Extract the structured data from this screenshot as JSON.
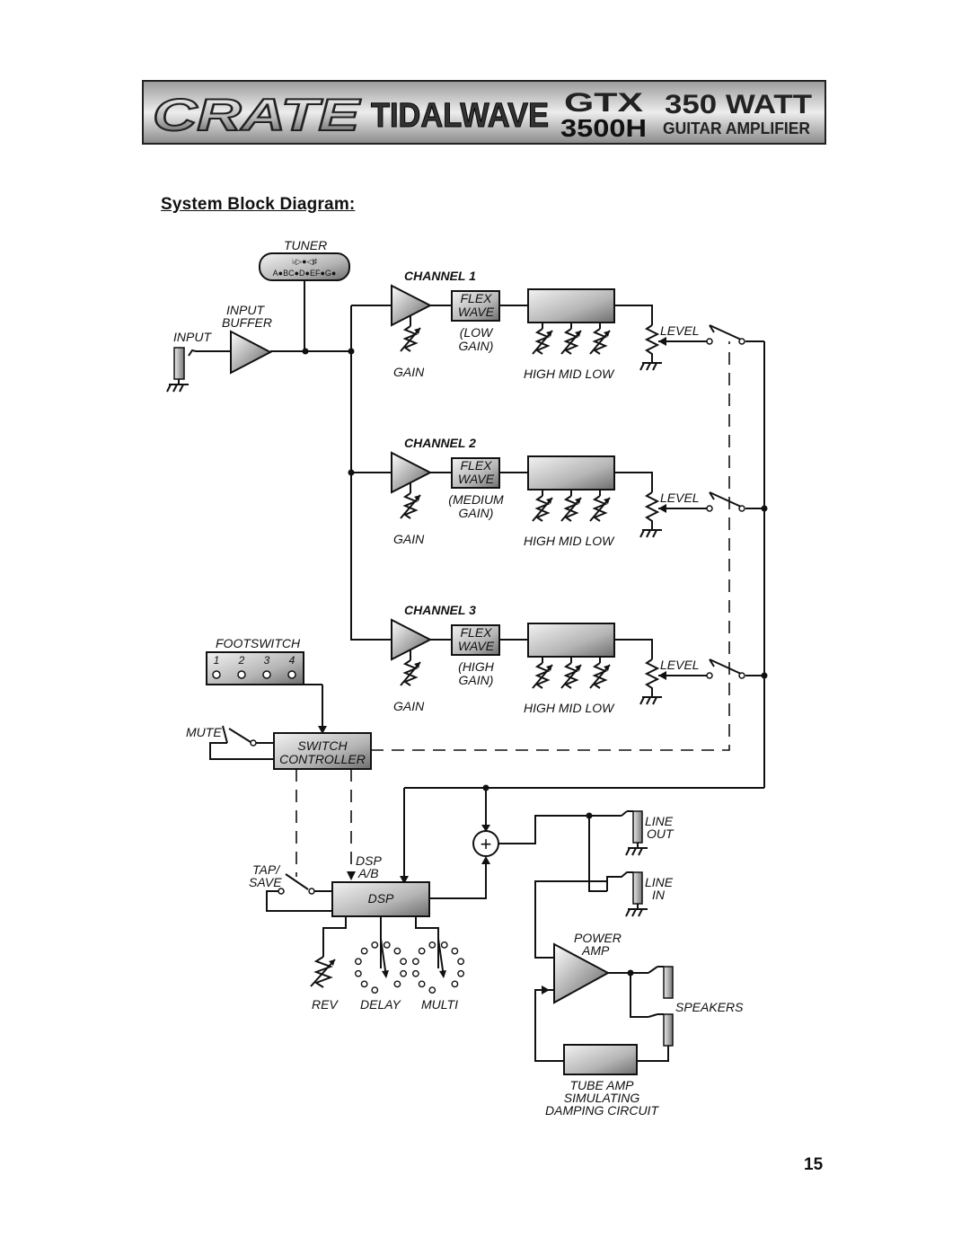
{
  "header": {
    "brand": "CRATE",
    "series": "TIDALWAVE",
    "model_top": "GTX",
    "model_bottom": "3500H",
    "wattage": "350 WATT",
    "product_type": "GUITAR AMPLIFIER"
  },
  "page_title": "System Block Diagram:",
  "page_number": "15",
  "diagram": {
    "tuner": {
      "label": "TUNER",
      "symbols": "♭▷●◁♯",
      "notes": "A●BC●D●EF●G●"
    },
    "input": {
      "label": "INPUT"
    },
    "input_buffer": {
      "line1": "INPUT",
      "line2": "BUFFER"
    },
    "channels": [
      {
        "title": "CHANNEL 1",
        "flex1": "FLEX",
        "flex2": "WAVE",
        "gain1": "(LOW",
        "gain2": "GAIN)"
      },
      {
        "title": "CHANNEL 2",
        "flex1": "FLEX",
        "flex2": "WAVE",
        "gain1": "(MEDIUM",
        "gain2": "GAIN)"
      },
      {
        "title": "CHANNEL 3",
        "flex1": "FLEX",
        "flex2": "WAVE",
        "gain1": "(HIGH",
        "gain2": "GAIN)"
      }
    ],
    "gain_label": "GAIN",
    "eq_label": "HIGH  MID  LOW",
    "level_label": "LEVEL",
    "footswitch": {
      "label": "FOOTSWITCH",
      "numbers": [
        "1",
        "2",
        "3",
        "4"
      ]
    },
    "mute_label": "MUTE",
    "switch_controller": {
      "line1": "SWITCH",
      "line2": "CONTROLLER"
    },
    "tap_save": {
      "line1": "TAP/",
      "line2": "SAVE"
    },
    "dsp_ab": {
      "line1": "DSP",
      "line2": "A/B"
    },
    "dsp_label": "DSP",
    "effects": [
      "REV",
      "DELAY",
      "MULTI"
    ],
    "line_out": {
      "line1": "LINE",
      "line2": "OUT"
    },
    "line_in": {
      "line1": "LINE",
      "line2": "IN"
    },
    "power_amp": {
      "line1": "POWER",
      "line2": "AMP"
    },
    "speakers_label": "SPEAKERS",
    "tube_amp": {
      "line1": "TUBE AMP",
      "line2": "SIMULATING",
      "line3": "DAMPING CIRCUIT"
    },
    "summing_symbol": "+"
  }
}
